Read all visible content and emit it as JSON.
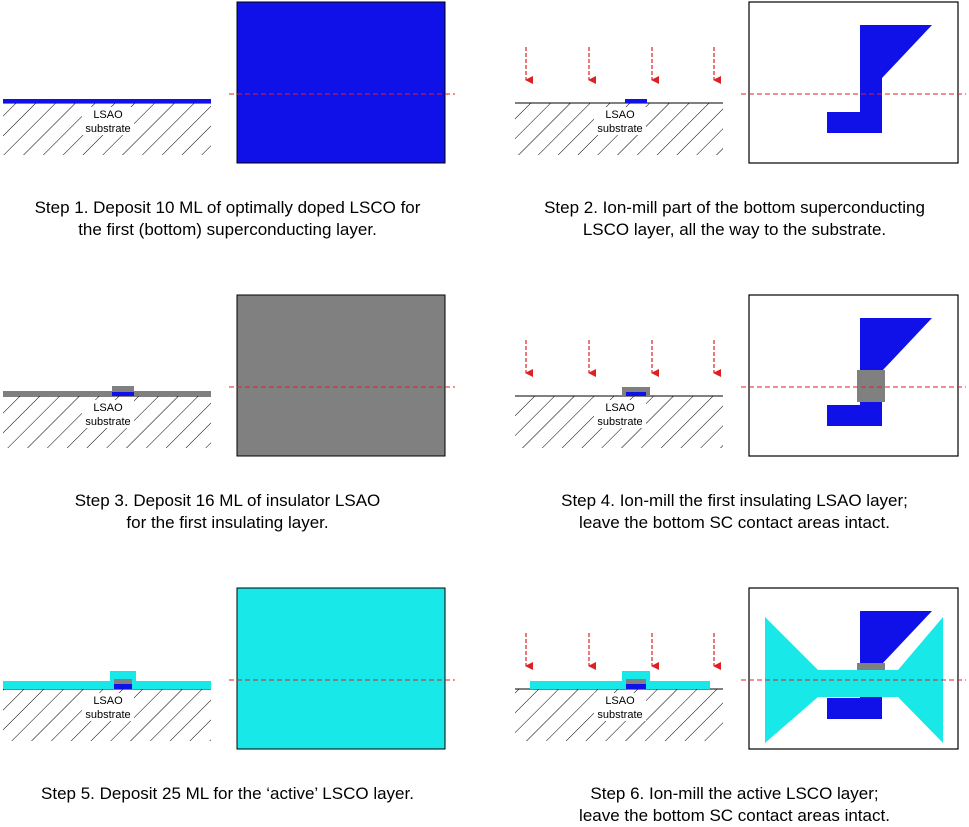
{
  "substrate_label": [
    "LSAO",
    "substrate"
  ],
  "colors": {
    "lsco": "#1010e8",
    "insulator": "#808080",
    "active": "#19e8e8",
    "mill_arrow": "#e02020",
    "cut_line": "#e02020"
  },
  "steps": [
    {
      "caption": [
        "Step 1. Deposit 10 ML of optimally doped LSCO for",
        "the first (bottom) superconducting layer."
      ]
    },
    {
      "caption": [
        "Step 2. Ion-mill part of the bottom superconducting",
        "LSCO layer, all the way to the substrate."
      ]
    },
    {
      "caption": [
        "Step 3. Deposit 16 ML of insulator LSAO",
        "for the first insulating layer."
      ]
    },
    {
      "caption": [
        "Step 4. Ion-mill the first insulating LSAO layer;",
        "leave the bottom SC contact areas intact."
      ]
    },
    {
      "caption": [
        "Step 5. Deposit 25 ML for the ‘active’ LSCO layer."
      ]
    },
    {
      "caption": [
        "Step 6. Ion-mill the active LSCO layer;",
        "leave the bottom SC contact areas intact."
      ]
    }
  ]
}
